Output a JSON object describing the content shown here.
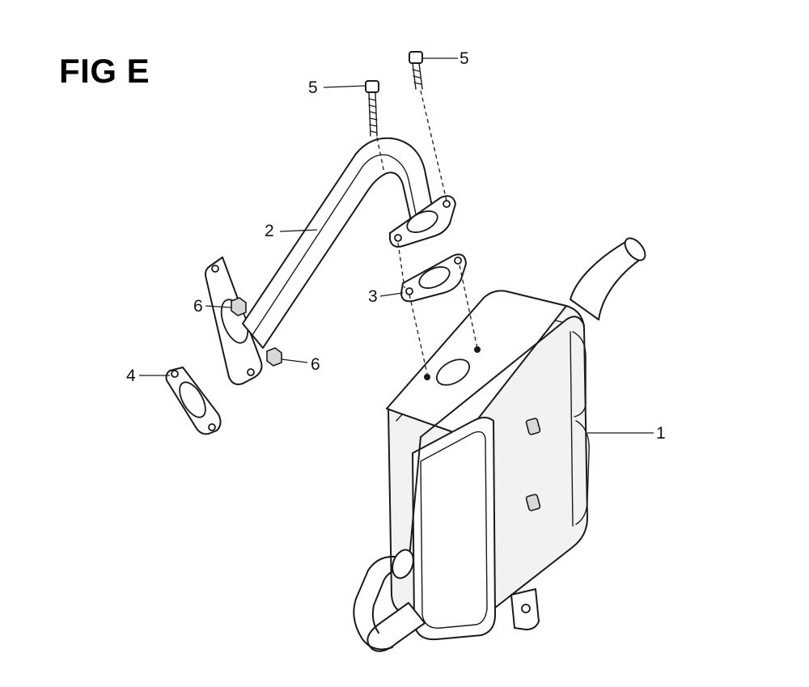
{
  "figure": {
    "title": "FIG E"
  },
  "callouts": {
    "muffler": "1",
    "exhaust_pipe": "2",
    "upper_gasket": "3",
    "lower_gasket": "4",
    "bolt_left": "5",
    "bolt_right": "5",
    "nut_left": "6",
    "nut_right": "6"
  }
}
